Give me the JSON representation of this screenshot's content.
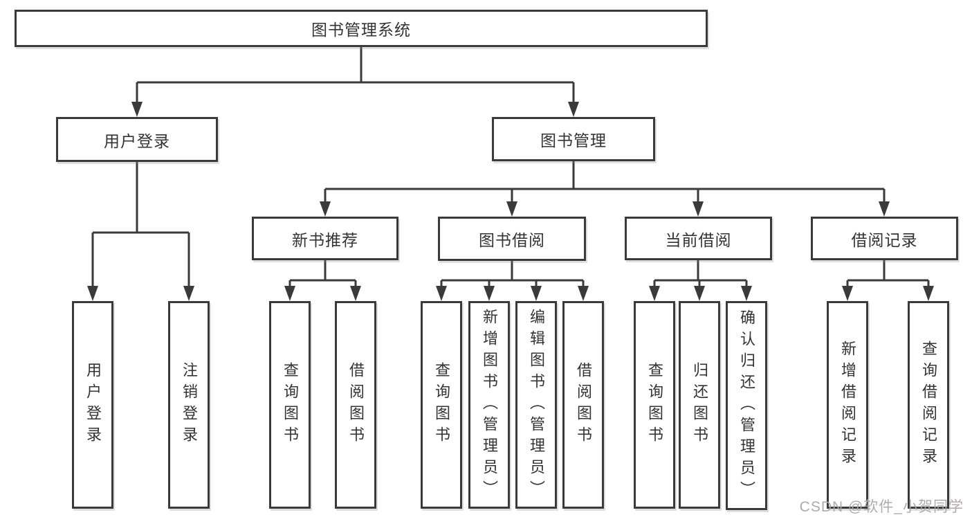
{
  "tree": {
    "label": "图书管理系统",
    "children": [
      {
        "label": "用户登录",
        "children": [
          {
            "label": "用户登录"
          },
          {
            "label": "注销登录"
          }
        ]
      },
      {
        "label": "图书管理",
        "children": [
          {
            "label": "新书推荐",
            "children": [
              {
                "label": "查询图书"
              },
              {
                "label": "借阅图书"
              }
            ]
          },
          {
            "label": "图书借阅",
            "children": [
              {
                "label": "查询图书"
              },
              {
                "label": "新增图书（管理员）"
              },
              {
                "label": "编辑图书（管理员）"
              },
              {
                "label": "借阅图书"
              }
            ]
          },
          {
            "label": "当前借阅",
            "children": [
              {
                "label": "查询图书"
              },
              {
                "label": "归还图书"
              },
              {
                "label": "确认归还（管理员）"
              }
            ]
          },
          {
            "label": "借阅记录",
            "children": [
              {
                "label": "新增借阅记录"
              },
              {
                "label": "查询借阅记录"
              }
            ]
          }
        ]
      }
    ]
  },
  "watermark": {
    "text": "CSDN @软件_小贺同学"
  },
  "colors": {
    "line": "#3a3a3a",
    "text": "#333333",
    "box_fill": "#ffffff",
    "watermark": "#aca4aa"
  }
}
